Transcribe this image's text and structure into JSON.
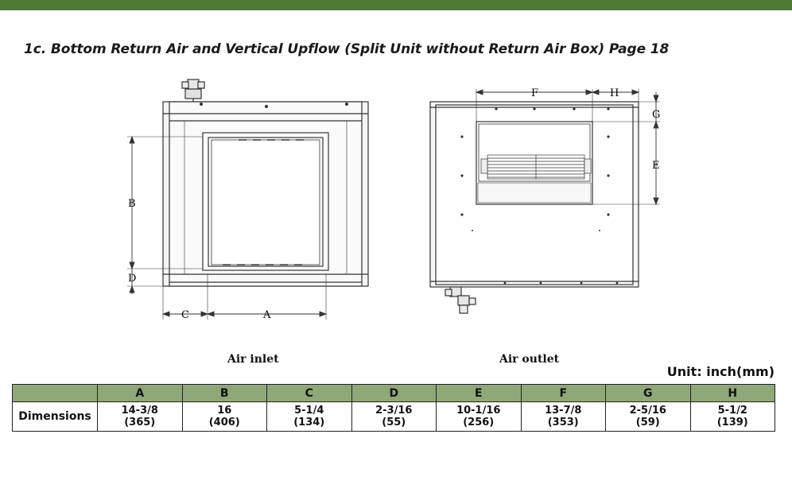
{
  "page": {
    "title": "1c. Bottom Return Air and Vertical Upflow (Split Unit without Return Air Box) Page 18"
  },
  "colors": {
    "top_bar": "#4e7a36",
    "table_header_bg": "#8fa877"
  },
  "diagrams": {
    "inlet": {
      "caption": "Air inlet",
      "labels": {
        "a": "A",
        "b": "B",
        "c": "C",
        "d": "D"
      }
    },
    "outlet": {
      "caption": "Air outlet",
      "labels": {
        "e": "E",
        "f": "F",
        "g": "G",
        "h": "H"
      }
    }
  },
  "unit_label": "Unit: inch(mm)",
  "table": {
    "columns": [
      "A",
      "B",
      "C",
      "D",
      "E",
      "F",
      "G",
      "H"
    ],
    "row_label": "Dimensions",
    "cells": [
      {
        "inch": "14-3/8",
        "mm": "(365)"
      },
      {
        "inch": "16",
        "mm": "(406)"
      },
      {
        "inch": "5-1/4",
        "mm": "(134)"
      },
      {
        "inch": "2-3/16",
        "mm": "(55)"
      },
      {
        "inch": "10-1/16",
        "mm": "(256)"
      },
      {
        "inch": "13-7/8",
        "mm": "(353)"
      },
      {
        "inch": "2-5/16",
        "mm": "(59)"
      },
      {
        "inch": "5-1/2",
        "mm": "(139)"
      }
    ]
  }
}
